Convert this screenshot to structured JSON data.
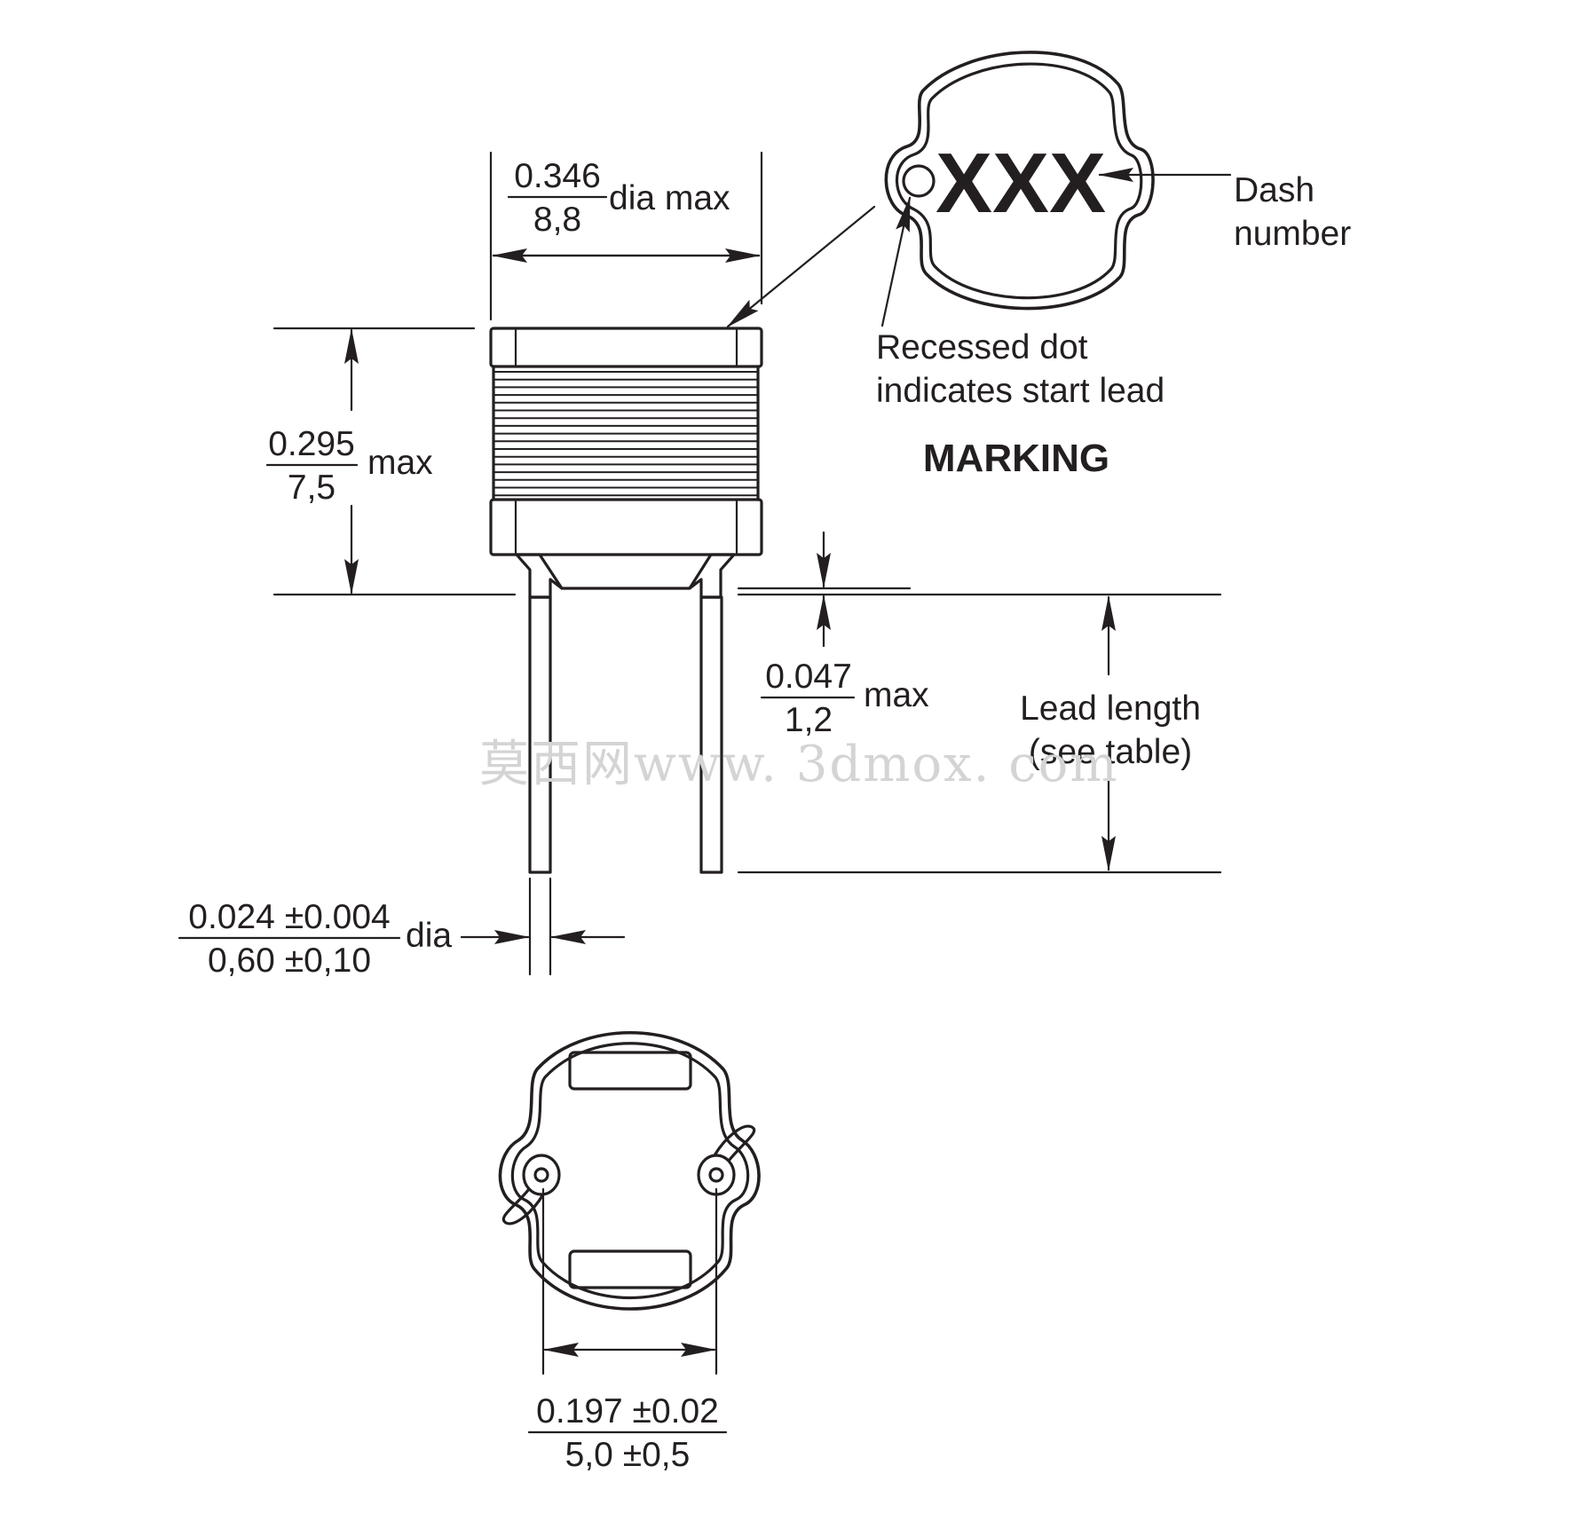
{
  "dimensions": {
    "diameter": {
      "inch": "0.346",
      "mm": "8,8",
      "suffix": "dia max"
    },
    "height": {
      "inch": "0.295",
      "mm": "7,5",
      "suffix": "max"
    },
    "standoff": {
      "inch": "0.047",
      "mm": "1,2",
      "suffix": "max"
    },
    "lead_diameter": {
      "inch": "0.024 ±0.004",
      "mm": "0,60 ±0,10",
      "suffix": "dia"
    },
    "lead_spacing": {
      "inch": "0.197 ±0.02",
      "mm": "5,0 ±0,5"
    }
  },
  "labels": {
    "lead_length_line1": "Lead length",
    "lead_length_line2": "(see table)",
    "dash_line1": "Dash",
    "dash_line2": "number",
    "recessed_line1": "Recessed dot",
    "recessed_line2": "indicates start lead",
    "marking_title": "MARKING",
    "marking_code": "XXX"
  },
  "watermark": "莫西网www. 3dmox. com"
}
